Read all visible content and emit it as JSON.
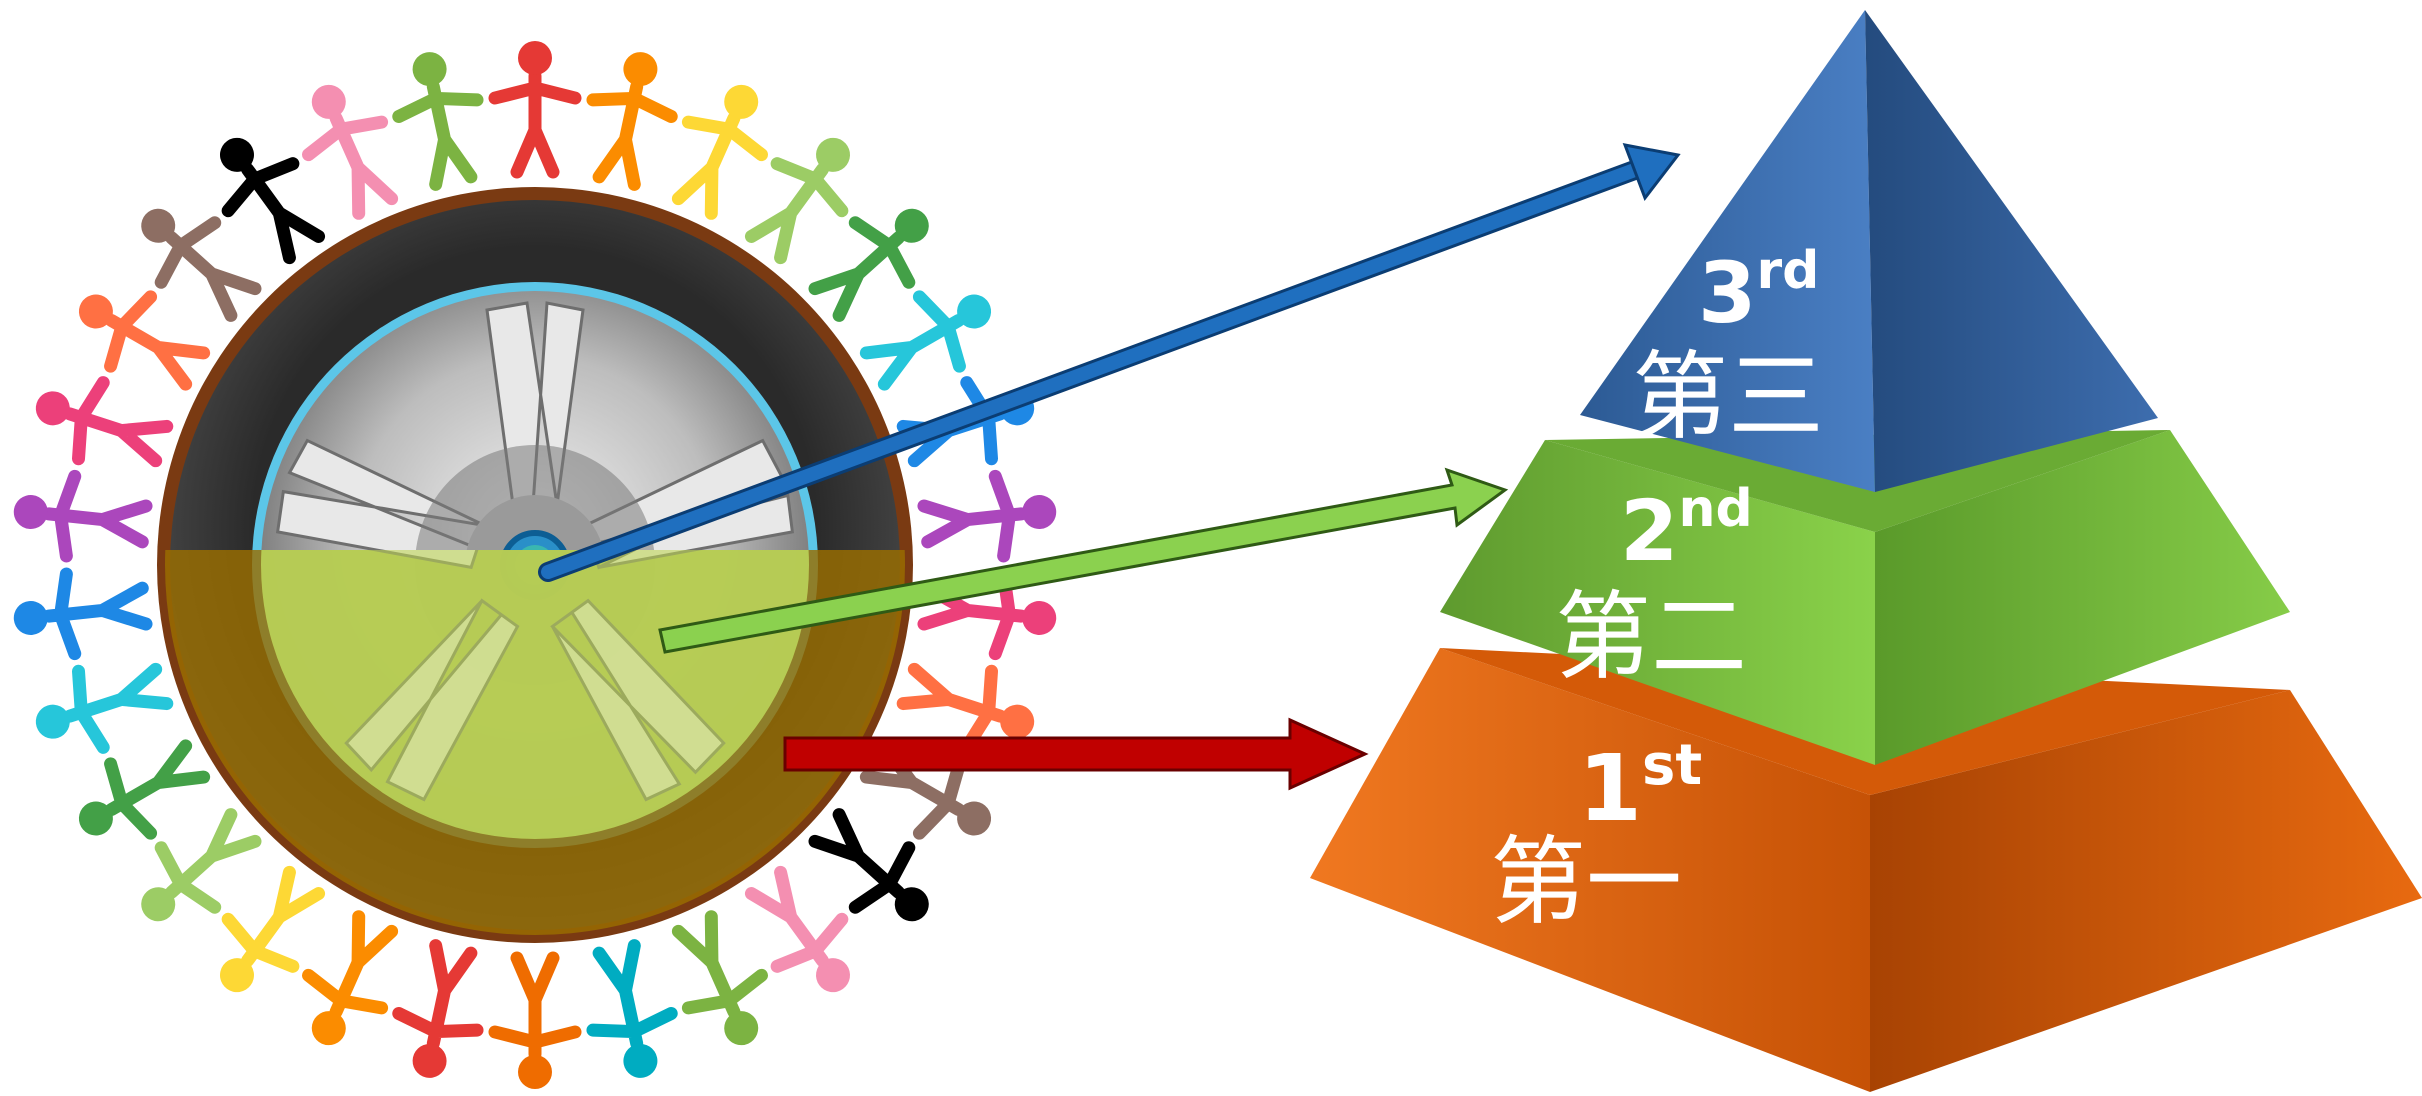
{
  "tiers": [
    {
      "rank_number": "1",
      "rank_suffix": "st",
      "chinese_label": "第一",
      "color": "#e8650a"
    },
    {
      "rank_number": "2",
      "rank_suffix": "nd",
      "chinese_label": "第二",
      "color": "#7cc142"
    },
    {
      "rank_number": "3",
      "rank_suffix": "rd",
      "chinese_label": "第三",
      "color": "#3f72b4"
    }
  ],
  "arrows": [
    {
      "from": "wheel-hub",
      "to": "tier-3",
      "color": "#1f6fbf"
    },
    {
      "from": "rim-band",
      "to": "tier-2",
      "color": "#8bd14f"
    },
    {
      "from": "tire-band",
      "to": "tier-1",
      "color": "#c00000"
    }
  ],
  "people_ring_colors": [
    "#e53935",
    "#fb8c00",
    "#fdd835",
    "#9ccc65",
    "#43a047",
    "#26c6da",
    "#1e88e5",
    "#ab47bc",
    "#ec407a",
    "#ff7043",
    "#8d6e63",
    "#000000",
    "#f48fb1",
    "#7cb342",
    "#00acc1",
    "#ef6c00"
  ],
  "icons": [
    "people-ring-icon",
    "car-wheel-icon",
    "pyramid-icon"
  ]
}
